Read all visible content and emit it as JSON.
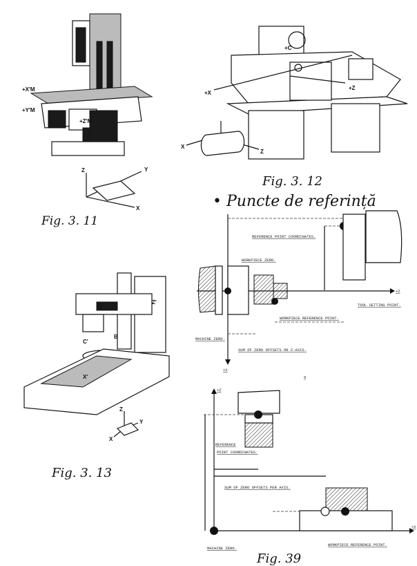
{
  "captions": {
    "fig_3_11": "Fig. 3. 11",
    "fig_3_12": "Fig. 3. 12",
    "fig_3_13": "Fig. 3. 13",
    "fig_39": "Fig. 39",
    "section_title": "• Puncte de referință"
  },
  "fig_3_11_axes": {
    "xm": "+X'M",
    "ym": "+Y'M",
    "zm": "+Z'M",
    "x": "X",
    "y": "Y",
    "z": "Z"
  },
  "fig_3_12_axes": {
    "c": "+C",
    "x": "+X",
    "z": "+Z",
    "xb": "X",
    "zb": "Z"
  },
  "fig_3_13_axes": {
    "y": "Y",
    "z": "Z'",
    "b": "B",
    "c": "C'",
    "x": "X'",
    "xs": "X",
    "ys": "Y",
    "zs": "Z"
  },
  "lathe_diagram": {
    "reference_point_coordinates": "REFERENCE POINT COORDINATES.",
    "workpiece_zero": "WORKPIECE ZERO.",
    "tool_setting_point": "TOOL SETTING POINT.",
    "workpiece_reference_point": "WORKPIECE REFERENCE POINT.",
    "machine_zero": "MACHINE ZERO.",
    "sum_zero_offsets_z": "SUM OF ZERO OFFSETS ON Z-AXIS.",
    "axis_z": "+Z",
    "axis_x": "+X",
    "sub_label": "a"
  },
  "mill_diagram": {
    "axis_z": "+Z",
    "axis_x": "+X",
    "reference_point_coordinates_1": "REFERENCE",
    "reference_point_coordinates_2": "POINT COORDINATES.",
    "sum_zero_offsets": "SUM OF ZERO OFFSETS PER AXIS.",
    "machine_zero": "MACHINE ZERO.",
    "workpiece_reference_point": "WORKPIECE REFERENCE POINT."
  }
}
